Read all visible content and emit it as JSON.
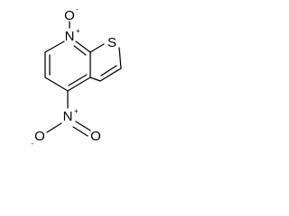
{
  "molecule": {
    "atoms": {
      "n_ring": {
        "symbol": "N",
        "charge": "+"
      },
      "o_top": {
        "symbol": "O",
        "charge": "-"
      },
      "s_ring": {
        "symbol": "S"
      },
      "n_nitro": {
        "symbol": "N",
        "charge": "+"
      },
      "o_nitro_left": {
        "symbol": "O",
        "charge": "-"
      },
      "o_nitro_right": {
        "symbol": "O"
      }
    }
  }
}
